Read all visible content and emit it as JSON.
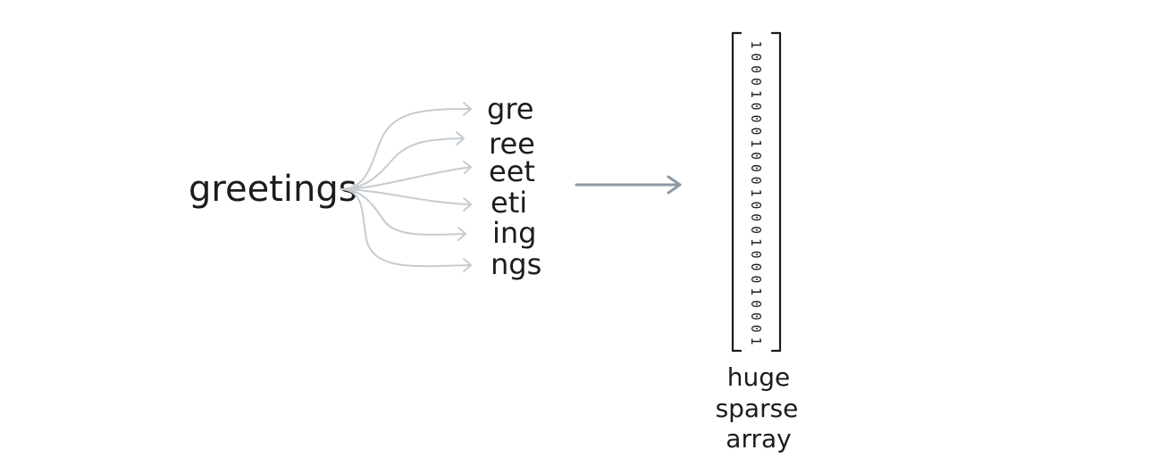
{
  "source_word": "greetings",
  "trigrams": [
    "gre",
    "ree",
    "eet",
    "eti",
    "ing",
    "ngs"
  ],
  "vector_bits": [
    "1",
    "0",
    "0",
    "0",
    "1",
    "0",
    "0",
    "0",
    "1",
    "0",
    "0",
    "0",
    "1",
    "0",
    "0",
    "0",
    "1",
    "0",
    "0",
    "0",
    "1",
    "0",
    "0",
    "0",
    "1"
  ],
  "caption": [
    "huge",
    "sparse",
    "array"
  ],
  "colors": {
    "ink": "#1c1c1c",
    "fan_lines": "#c6ccd1",
    "main_arrow": "#8e99a3"
  }
}
